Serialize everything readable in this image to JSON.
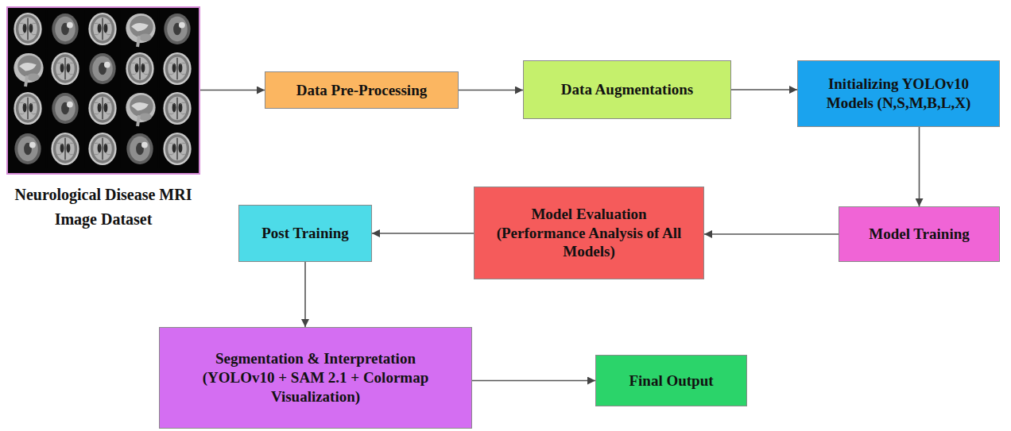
{
  "diagram": {
    "nodes": [
      {
        "text": [
          "Neurological Disease MRI Image Dataset"
        ]
      },
      {
        "text": [
          "Data Pre-Processing"
        ]
      },
      {
        "text": [
          "Data Augmentations"
        ]
      },
      {
        "text": [
          "Initializing YOLOv10 Models (N,S,M,B,L,X)"
        ]
      },
      {
        "text": [
          "Model Training"
        ]
      },
      {
        "text": [
          "Model Evaluation (Performance Analysis of All Models)"
        ]
      },
      {
        "text": [
          "Post Training"
        ]
      },
      {
        "text": [
          "Segmentation & Interpretation (YOLOv10 + SAM 2.1 + Colormap Visualization)"
        ]
      },
      {
        "text": [
          "Final Output"
        ]
      }
    ],
    "edges": [
      {
        "from": 0,
        "to": 1,
        "arrow": "to"
      },
      {
        "from": 1,
        "to": 2,
        "arrow": "to"
      },
      {
        "from": 2,
        "to": 3,
        "arrow": "to"
      },
      {
        "from": 3,
        "to": 4,
        "arrow": "to"
      },
      {
        "from": 4,
        "to": 5,
        "arrow": "to"
      },
      {
        "from": 5,
        "to": 6,
        "arrow": "to"
      },
      {
        "from": 6,
        "to": 7,
        "arrow": "to"
      },
      {
        "from": 7,
        "to": 8,
        "arrow": "to"
      }
    ]
  }
}
